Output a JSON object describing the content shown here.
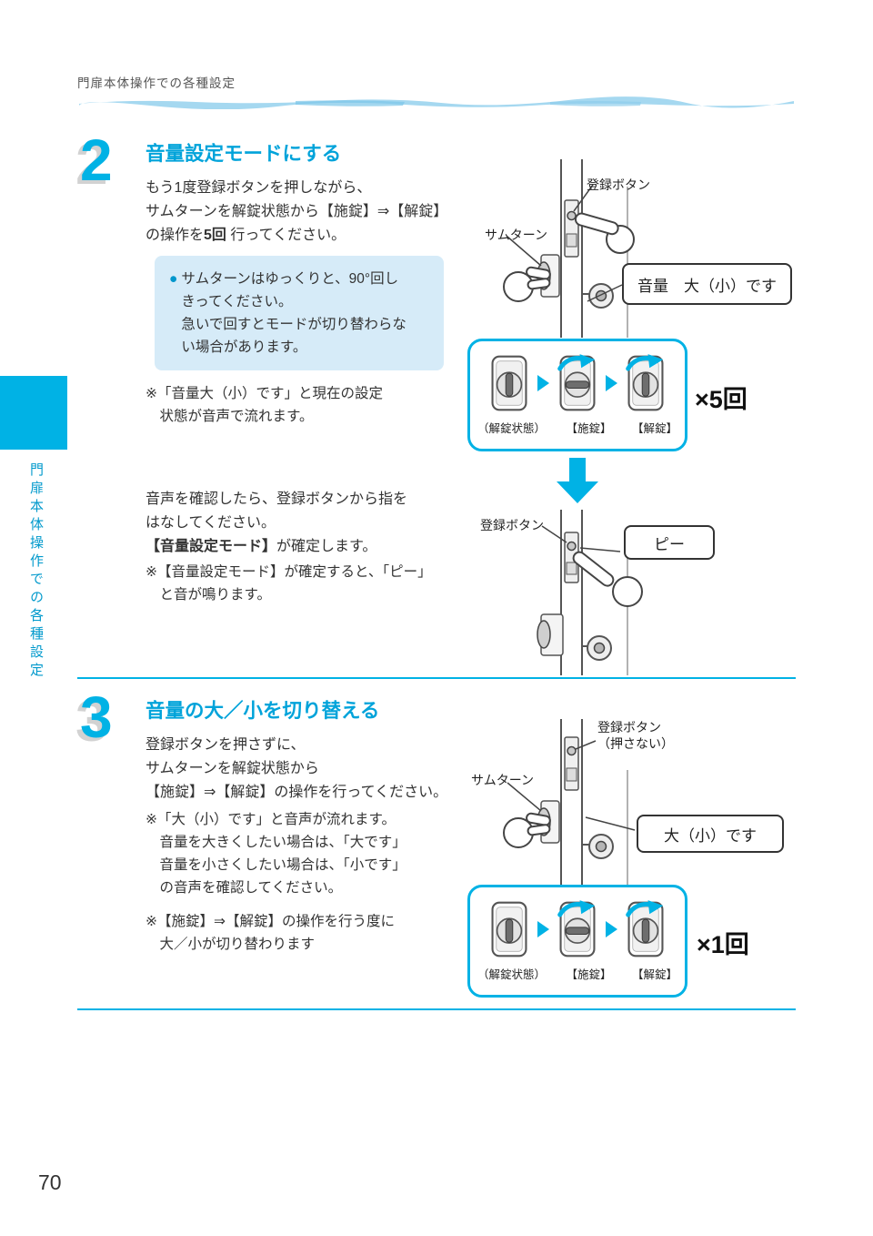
{
  "colors": {
    "accent": "#00b2e5",
    "info_bg": "#d6ebf8",
    "title_blue": "#00a3da"
  },
  "header": {
    "breadcrumb": "門扉本体操作での各種設定"
  },
  "sidebar": {
    "label": "門扉本体操作での各種設定"
  },
  "page_number": "70",
  "step2": {
    "number": "2",
    "title": "音量設定モードにする",
    "para1_pre": "もう1度登録ボタンを押しながら、\nサムターンを解錠状態から【施錠】⇒【解錠】\nの操作を",
    "para1_bold": "5回",
    "para1_post": " 行ってください。",
    "info_bullet": "●",
    "info_text": "サムターンはゆっくりと、90°回し\nきってください。\n急いで回すとモードが切り替わらな\nい場合があります。",
    "note1": "※「音量大（小）です」と現在の設定\n　状態が音声で流れます。",
    "label_register_button": "登録ボタン",
    "label_thumbturn": "サムターン",
    "bubble": "音量　大（小）です",
    "sequence": {
      "states": [
        "（解錠状態）",
        "【施錠】",
        "【解錠】"
      ],
      "count": "×5回"
    },
    "para2_pre": "音声を確認したら、登録ボタンから指を\nはなしてください。\n",
    "para2_bold": "【音量設定モード】",
    "para2_post": "が確定します。",
    "note2": "※【音量設定モード】が確定すると、「ピー」\n　と音が鳴ります。",
    "label_register_button2": "登録ボタン",
    "bubble2": "ピー"
  },
  "step3": {
    "number": "3",
    "title": "音量の大／小を切り替える",
    "para1": "登録ボタンを押さずに、\nサムターンを解錠状態から\n【施錠】⇒【解錠】の操作を行ってください。",
    "note1": "※「大（小）です」と音声が流れます。\n　音量を大きくしたい場合は、「大です」\n　音量を小さくしたい場合は、「小です」\n　の音声を確認してください。",
    "note2": "※【施錠】⇒【解錠】の操作を行う度に\n　大／小が切り替わります",
    "label_register_button": "登録ボタン\n（押さない）",
    "label_thumbturn": "サムターン",
    "bubble": "大（小）です",
    "sequence": {
      "states": [
        "（解錠状態）",
        "【施錠】",
        "【解錠】"
      ],
      "count": "×1回"
    }
  }
}
